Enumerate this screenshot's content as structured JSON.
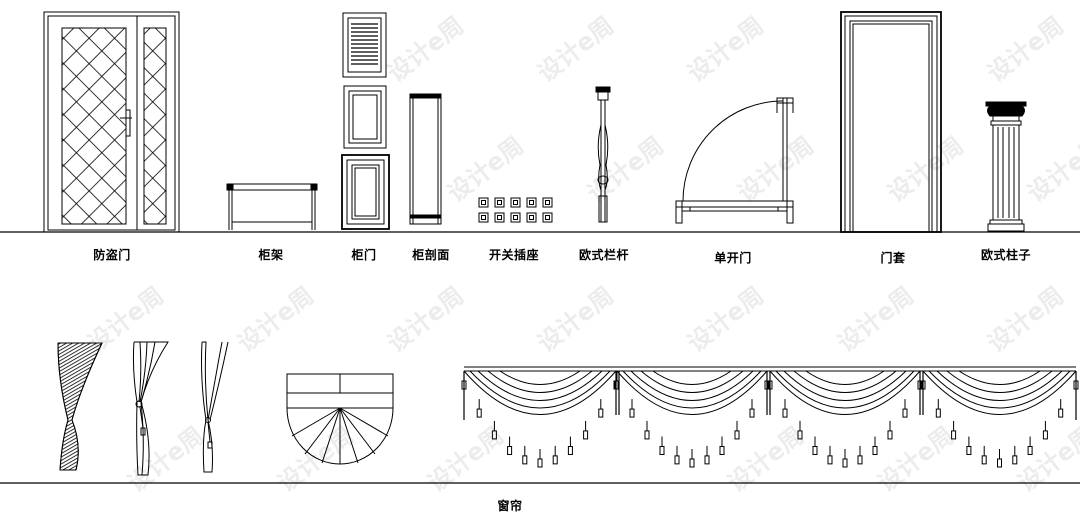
{
  "labels": {
    "security_door": "防盗门",
    "cabinet_frame": "柜架",
    "cabinet_door": "柜门",
    "cabinet_section": "柜剖面",
    "switch_socket": "开关插座",
    "euro_railing": "欧式栏杆",
    "single_door": "单开门",
    "door_casing": "门套",
    "euro_column": "欧式柱子",
    "curtain": "窗帘"
  },
  "watermark": "设计e周"
}
